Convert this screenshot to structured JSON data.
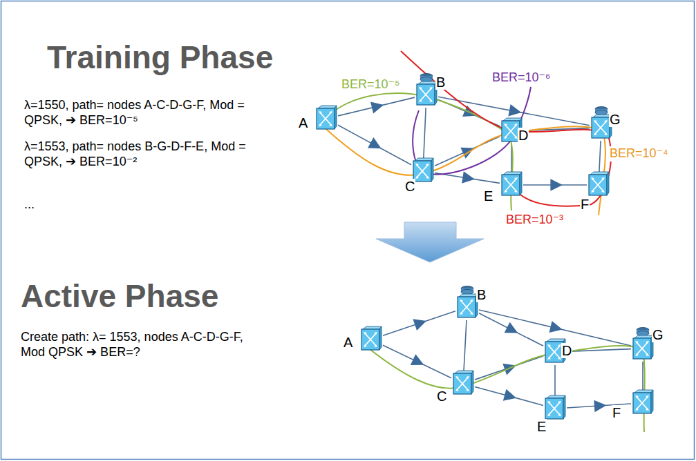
{
  "diagram": {
    "nodes": [
      {
        "text": [
          "A"
        ]
      },
      {
        "text": [
          "B"
        ]
      },
      {
        "text": [
          "C"
        ]
      },
      {
        "text": [
          "D"
        ]
      },
      {
        "text": [
          "E"
        ]
      },
      {
        "text": [
          "F"
        ]
      },
      {
        "text": [
          "G"
        ]
      },
      {
        "text": [
          "A"
        ]
      },
      {
        "text": [
          "B"
        ]
      },
      {
        "text": [
          "C"
        ]
      },
      {
        "text": [
          "D"
        ]
      },
      {
        "text": [
          "E"
        ]
      },
      {
        "text": [
          "F"
        ]
      },
      {
        "text": [
          "G"
        ]
      }
    ],
    "edges": [
      {
        "from": 0,
        "to": 1,
        "arrow": "none"
      },
      {
        "from": 0,
        "to": 2,
        "arrow": "none"
      },
      {
        "from": 1,
        "to": 2,
        "arrow": "none"
      },
      {
        "from": 1,
        "to": 3,
        "arrow": "none"
      },
      {
        "from": 1,
        "to": 6,
        "arrow": "none"
      },
      {
        "from": 2,
        "to": 3,
        "arrow": "none"
      },
      {
        "from": 2,
        "to": 4,
        "arrow": "none"
      },
      {
        "from": 3,
        "to": 4,
        "arrow": "none"
      },
      {
        "from": 3,
        "to": 6,
        "arrow": "none"
      },
      {
        "from": 4,
        "to": 5,
        "arrow": "none"
      },
      {
        "from": 6,
        "to": 5,
        "arrow": "none"
      },
      {
        "from": 7,
        "to": 8,
        "arrow": "none"
      },
      {
        "from": 7,
        "to": 9,
        "arrow": "none"
      },
      {
        "from": 8,
        "to": 9,
        "arrow": "none"
      },
      {
        "from": 8,
        "to": 10,
        "arrow": "none"
      },
      {
        "from": 8,
        "to": 13,
        "arrow": "none"
      },
      {
        "from": 9,
        "to": 10,
        "arrow": "none"
      },
      {
        "from": 9,
        "to": 11,
        "arrow": "none"
      },
      {
        "from": 10,
        "to": 11,
        "arrow": "none"
      },
      {
        "from": 10,
        "to": 13,
        "arrow": "none"
      },
      {
        "from": 11,
        "to": 12,
        "arrow": "none"
      },
      {
        "from": 13,
        "to": 12,
        "arrow": "none"
      }
    ],
    "labels": [
      "Training Phase",
      "λ=1550, path= nodes A-C-D-G-F, Mod = QPSK, ➔ BER=10⁻⁵",
      "λ=1553, path= nodes B-G-D-F-E, Mod = QPSK, ➔ BER=10⁻²",
      "...",
      "BER=10⁻⁵",
      "BER=10⁻⁶",
      "BER=10⁻⁴",
      "BER=10⁻³",
      "Active Phase",
      "Create path: λ= 1553, nodes A-C-D-G-F, Mod QPSK ➔ BER=?"
    ]
  }
}
